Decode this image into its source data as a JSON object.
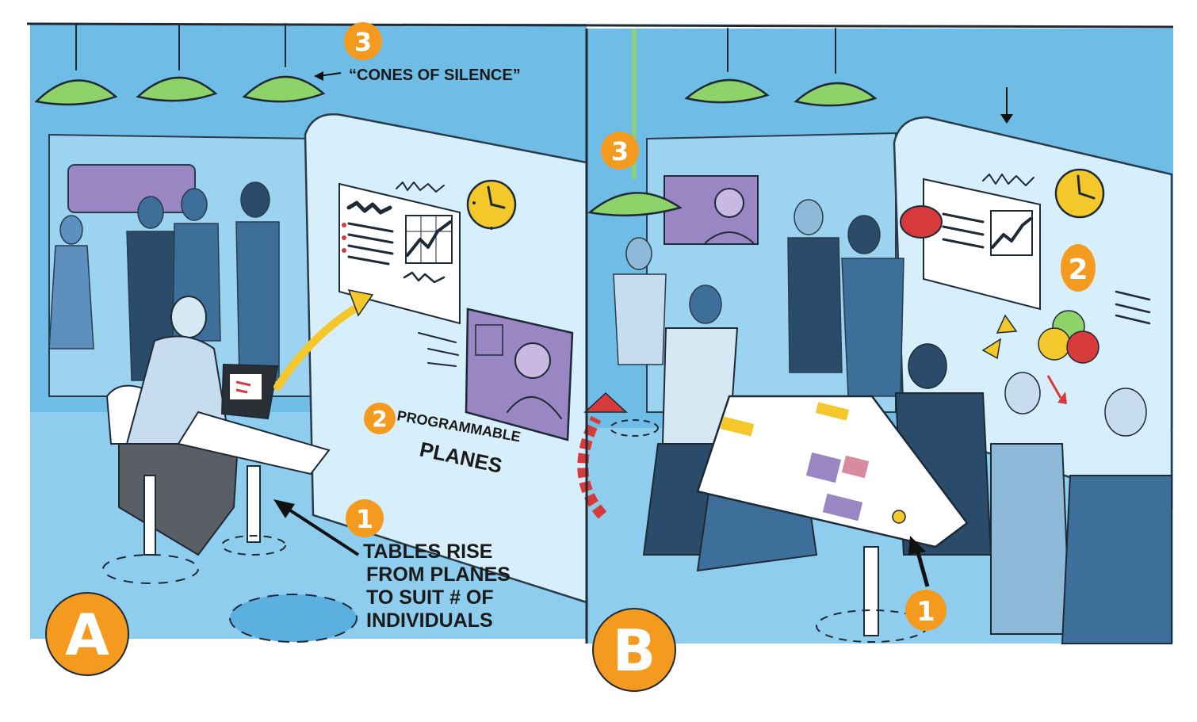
{
  "panels": [
    {
      "id": "A",
      "badge": "A",
      "annotations": {
        "cones": {
          "number": "3",
          "text": "“CONES OF SILENCE”"
        },
        "planes": {
          "number": "2",
          "line1": "PROGRAMMABLE",
          "line2": "PLANES"
        },
        "tables": {
          "number": "1",
          "lines": [
            "TABLES RISE",
            "FROM PLANES",
            "TO SUIT # OF",
            "INDIVIDUALS"
          ]
        }
      }
    },
    {
      "id": "B",
      "badge": "B",
      "annotations": {
        "cones": {
          "number": "3"
        },
        "planes": {
          "number": "2"
        },
        "tables": {
          "number": "1"
        }
      }
    }
  ],
  "colors": {
    "sky": "#6fbde6",
    "wall": "#a8dcf5",
    "screen": "#ffffff",
    "lamp": "#8ed36a",
    "badge": "#f39a1f",
    "video": "#9a86c2",
    "accent_red": "#d63a3a",
    "accent_yellow": "#f4c82a",
    "figure": "#3e6f9a",
    "figure_dark": "#2b4b6a"
  }
}
